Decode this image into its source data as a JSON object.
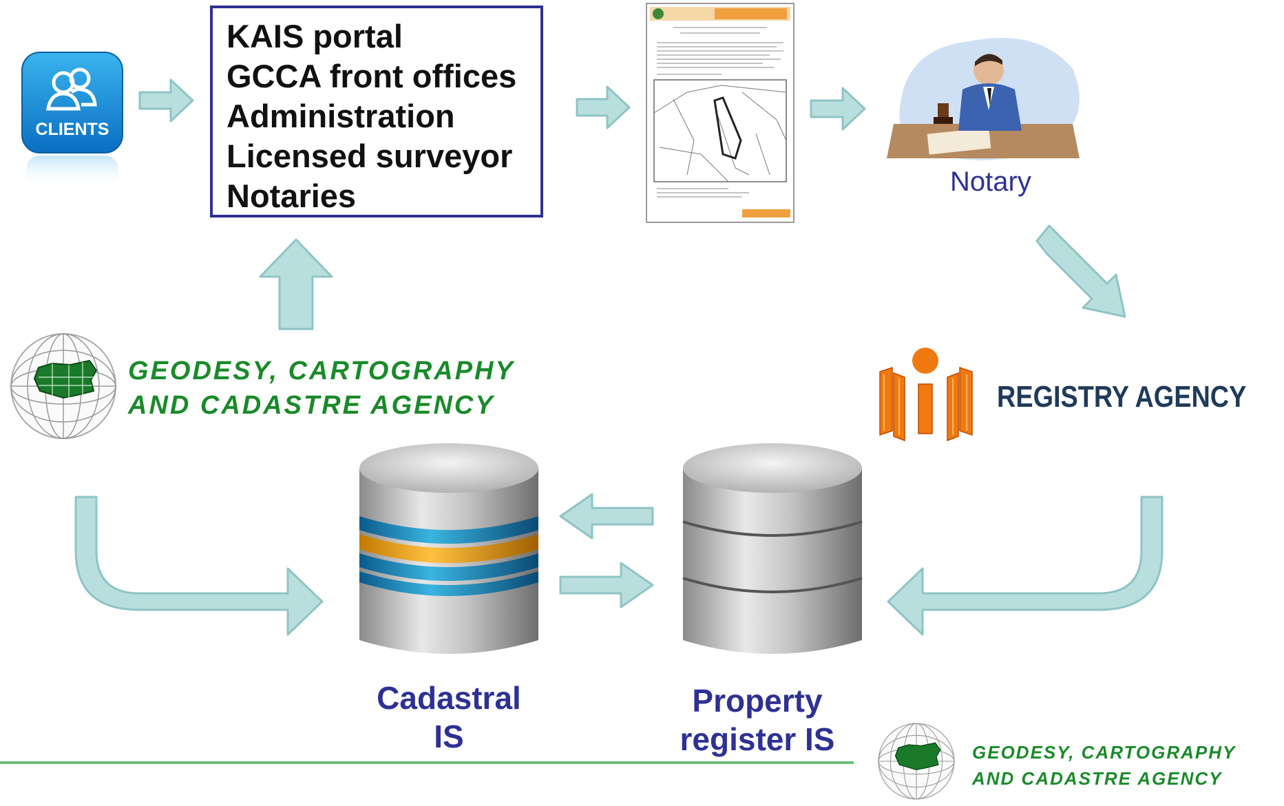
{
  "clients": {
    "label": "CLIENTS"
  },
  "access_points": {
    "items": [
      "KAIS portal",
      "GCCA front offices",
      "Administration",
      "Licensed surveyor",
      "Notaries"
    ]
  },
  "notary": {
    "label": "Notary"
  },
  "registry_agency": {
    "name": "REGISTRY AGENCY"
  },
  "gcca_agency": {
    "line1": "GEODESY, CARTOGRAPHY",
    "line2": "AND CADASTRE AGENCY"
  },
  "databases": {
    "cadastral": {
      "line1": "Cadastral",
      "line2": "IS"
    },
    "property": {
      "line1": "Property",
      "line2": "register IS"
    }
  },
  "colors": {
    "arrow_fill": "#b9dede",
    "arrow_stroke": "#8fc4c4",
    "label_blue": "#2e3192",
    "agency_green": "#1a8a2a",
    "registry_orange": "#f07a10",
    "divider_green": "#6cbf7a"
  }
}
